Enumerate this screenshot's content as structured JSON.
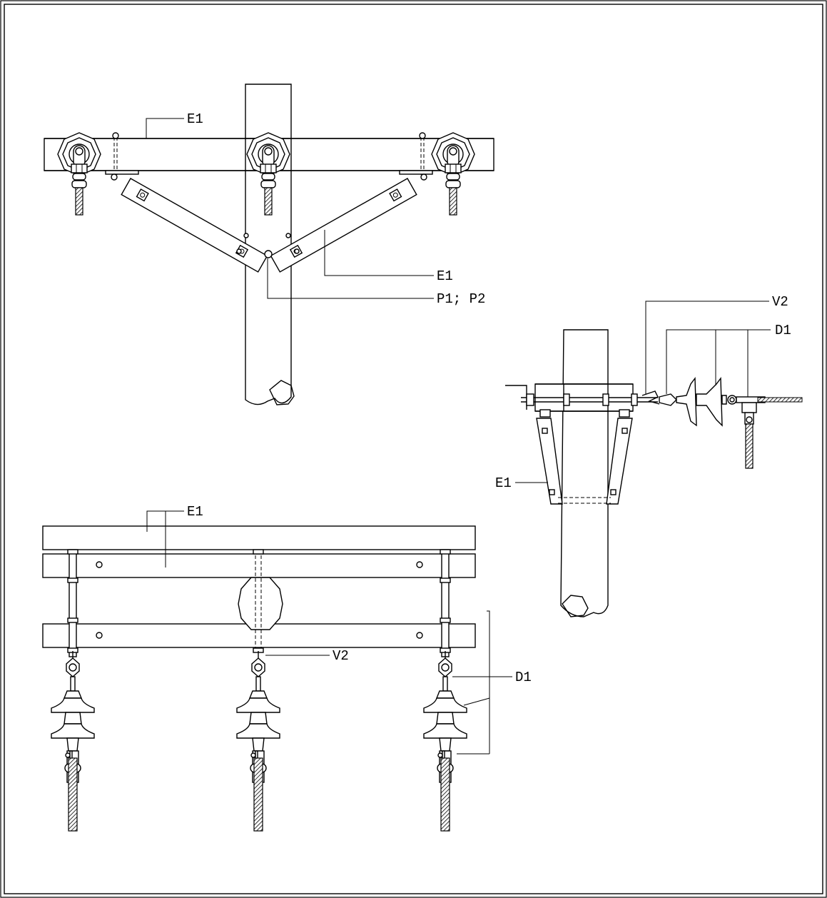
{
  "labels": {
    "top_crossarm": "E1",
    "top_brace": "E1",
    "top_bolt": "P1; P2",
    "side_eyebolt": "V2",
    "side_insulator": "D1",
    "side_brace": "E1",
    "bottom_crossarm": "E1",
    "bottom_eyebolt": "V2",
    "bottom_insulator": "D1"
  }
}
